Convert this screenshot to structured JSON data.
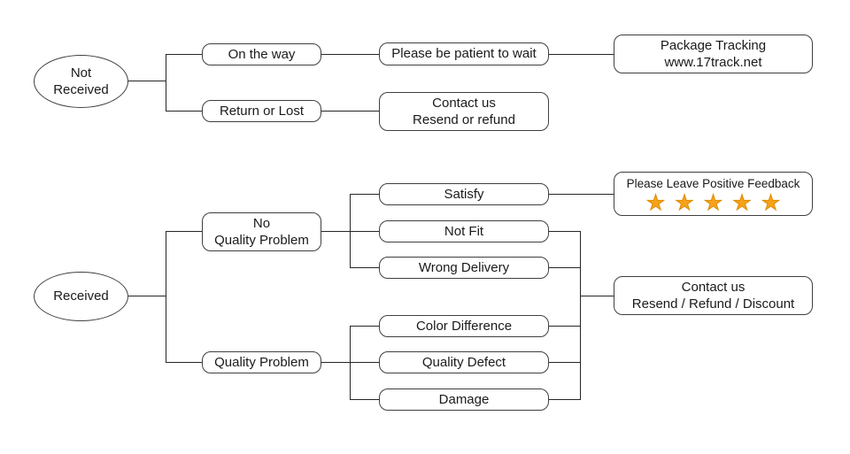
{
  "diagram": {
    "title": "Package received / not-received customer service flowchart",
    "colors": {
      "background": "#ffffff",
      "box_border": "#3f3f3f",
      "line": "#262626",
      "text": "#1a1a1a",
      "star": "#F6A21B"
    },
    "nodes": {
      "not_received": "Not\nReceived",
      "received": "Received",
      "on_the_way": "On the way",
      "return_or_lost": "Return or Lost",
      "please_be_patient": "Please be patient to wait",
      "contact_resend_refund": "Contact us\nResend or refund",
      "package_tracking": "Package Tracking\nwww.17track.net",
      "no_quality_problem": "No\nQuality Problem",
      "quality_problem": "Quality Problem",
      "satisfy": "Satisfy",
      "not_fit": "Not Fit",
      "wrong_delivery": "Wrong Delivery",
      "color_difference": "Color Difference",
      "quality_defect": "Quality Defect",
      "damage": "Damage",
      "feedback_title": "Please Leave Positive Feedback",
      "feedback_stars": "★★★★★",
      "contact_resend_refund_discount": "Contact us\nResend / Refund / Discount"
    }
  }
}
